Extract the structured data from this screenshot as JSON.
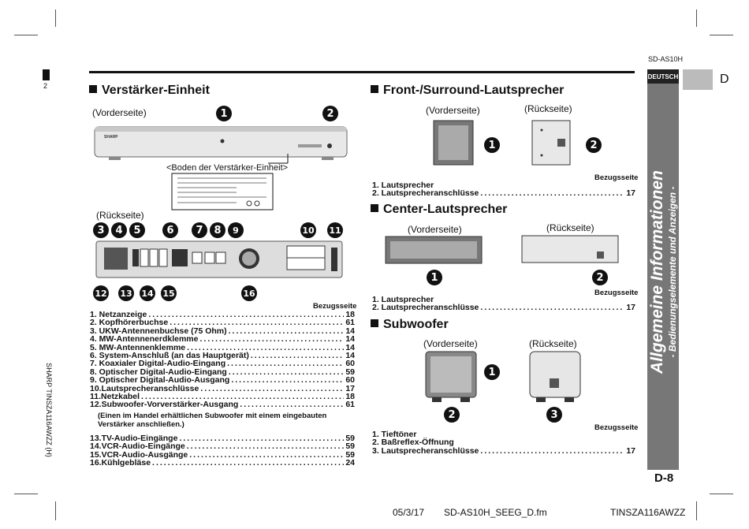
{
  "model_code_top": "SD-AS10H",
  "page_number_left": "2",
  "lang_tab": "DEUTSCH",
  "lang_letter": "D",
  "side_title": "Allgemeine Informationen",
  "side_subtitle": "- Bedienungselemente und Anzeigen -",
  "left_vertical_text": "SHARP TINSZA116AWZZ (H)",
  "amp": {
    "heading": "Verstärker-Einheit",
    "front_label": "(Vorderseite)",
    "bottom_label": "<Boden der Verstärker-Einheit>",
    "rear_label": "(Rückseite)",
    "brand": "SHARP",
    "ref_header": "Bezugsseite",
    "items": [
      {
        "label": "1. Netzanzeige",
        "page": "18"
      },
      {
        "label": "2. Kopfhörerbuchse",
        "page": "61"
      },
      {
        "label": "3. UKW-Antennenbuchse (75 Ohm)",
        "page": "14"
      },
      {
        "label": "4. MW-Antennenerdklemme",
        "page": "14"
      },
      {
        "label": "5. MW-Antennenklemme",
        "page": "14"
      },
      {
        "label": "6. System-Anschluß (an das Hauptgerät)",
        "page": "14"
      },
      {
        "label": "7. Koaxialer Digital-Audio-Eingang",
        "page": "60"
      },
      {
        "label": "8. Optischer Digital-Audio-Eingang",
        "page": "59"
      },
      {
        "label": "9. Optischer Digital-Audio-Ausgang",
        "page": "60"
      },
      {
        "label": "10.Lautsprecheranschlüsse",
        "page": "17"
      },
      {
        "label": "11.Netzkabel",
        "page": "18"
      },
      {
        "label": "12.Subwoofer-Vorverstärker-Ausgang",
        "page": "61"
      }
    ],
    "note": "(Einen im Handel erhältlichen Subwoofer mit einem eingebauten Verstärker anschließen.)",
    "items2": [
      {
        "label": "13.TV-Audio-Eingänge",
        "page": "59"
      },
      {
        "label": "14.VCR-Audio-Eingänge",
        "page": "59"
      },
      {
        "label": "15.VCR-Audio-Ausgänge",
        "page": "59"
      },
      {
        "label": "16.Kühlgebläse",
        "page": "24"
      }
    ]
  },
  "front_surround": {
    "heading": "Front-/Surround-Lautsprecher",
    "front_label": "(Vorderseite)",
    "rear_label": "(Rückseite)",
    "ref_header": "Bezugsseite",
    "items": [
      {
        "label": "1. Lautsprecher",
        "page": ""
      },
      {
        "label": "2. Lautsprecheranschlüsse",
        "page": "17"
      }
    ]
  },
  "center": {
    "heading": "Center-Lautsprecher",
    "front_label": "(Vorderseite)",
    "rear_label": "(Rückseite)",
    "ref_header": "Bezugsseite",
    "items": [
      {
        "label": "1. Lautsprecher",
        "page": ""
      },
      {
        "label": "2. Lautsprecheranschlüsse",
        "page": "17"
      }
    ]
  },
  "subwoofer": {
    "heading": "Subwoofer",
    "front_label": "(Vorderseite)",
    "rear_label": "(Rückseite)",
    "ref_header": "Bezugsseite",
    "items": [
      {
        "label": "1. Tieftöner",
        "page": ""
      },
      {
        "label": "2. Baßreflex-Öffnung",
        "page": ""
      },
      {
        "label": "3. Lautsprecheranschlüsse",
        "page": "17"
      }
    ]
  },
  "page_number": "D-8",
  "footer": {
    "date": "05/3/17",
    "file": "SD-AS10H_SEEG_D.fm",
    "code": "TINSZA116AWZZ"
  },
  "badges": [
    "1",
    "2",
    "3",
    "4",
    "5",
    "6",
    "7",
    "8",
    "9",
    "10",
    "11",
    "12",
    "13",
    "14",
    "15",
    "16"
  ]
}
